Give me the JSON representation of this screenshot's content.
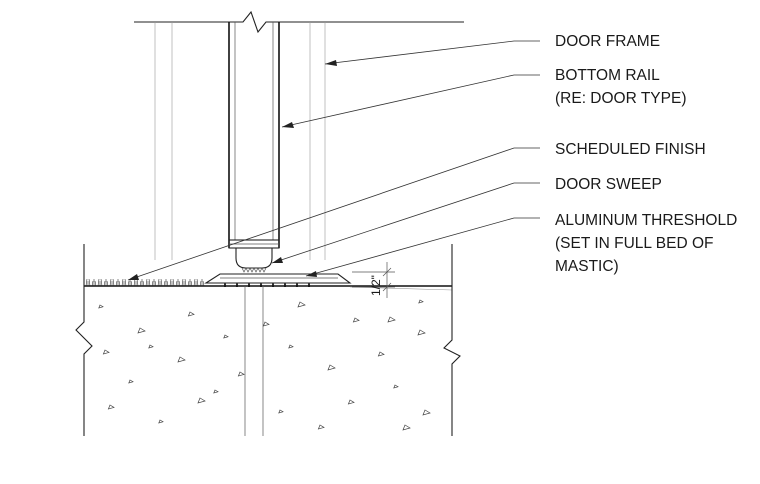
{
  "labels": {
    "door_frame": "DOOR FRAME",
    "bottom_rail_1": "BOTTOM RAIL",
    "bottom_rail_2": "(RE: DOOR TYPE)",
    "scheduled_finish": "SCHEDULED FINISH",
    "door_sweep": "DOOR SWEEP",
    "threshold_1": "ALUMINUM THRESHOLD",
    "threshold_2": "(SET IN FULL BED OF",
    "threshold_3": "MASTIC)"
  },
  "dimension": {
    "text": "1/2\""
  },
  "colors": {
    "line": "#111111",
    "concrete_fill": "#f4f4f4"
  }
}
